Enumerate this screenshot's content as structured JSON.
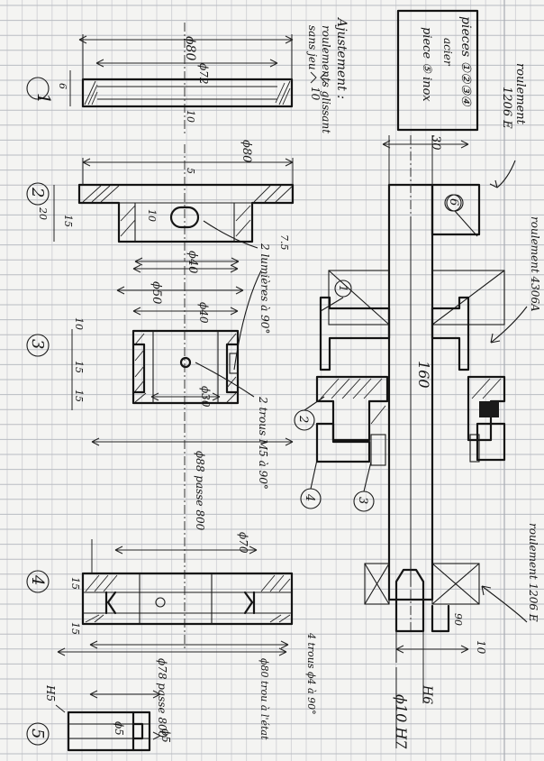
{
  "parts": {
    "p1": "1",
    "p2": "2",
    "p3": "3",
    "p4": "4",
    "p5": "5",
    "p6": "6"
  },
  "note_box": {
    "line1": "pieces ①②③④",
    "line2": "acier",
    "line3": "piece ⑤ inox"
  },
  "ajustement": {
    "title": "Ajustement :",
    "line1": "roulements glissant",
    "line2": "sans jeu"
  },
  "bearings": {
    "top": [
      "roulement",
      "1206 E"
    ],
    "middle": "roulement 4306A",
    "bottom": "roulement 1206 E"
  },
  "dims_part1": {
    "d80": "ϕ80",
    "d72": "ϕ72",
    "w6": "6",
    "w10": "10"
  },
  "dims_part2": {
    "d80": "ϕ80",
    "v10a": "10",
    "v5": "5",
    "v10b": "10",
    "v7_5": "7.5",
    "w20": "20",
    "w15": "15"
  },
  "dims_part3": {
    "d40a": "ϕ40",
    "d50": "ϕ50",
    "d40b": "ϕ40",
    "d30": "ϕ30",
    "w10": "10",
    "w15a": "15",
    "w15b": "15"
  },
  "part2_note": "2 lumières à 90°",
  "part3_note": "2 trous M5 à 90°",
  "dims_part4": {
    "d88": "ϕ88 passe 800",
    "d70": "ϕ70",
    "d78": "ϕ78 passe 800",
    "d80": "ϕ80 trou à l'état",
    "w15a": "15",
    "w15b": "15"
  },
  "part4_note": "4 trous ϕ4 à 90°",
  "dims_part5": {
    "h5": "H5",
    "d5a": "ϕ5",
    "d5b": "ϕ5"
  },
  "dims_assembly": {
    "l30": "30",
    "l160": "160",
    "w90": "90",
    "w10": "10",
    "h6": "H6",
    "d10h7": "ϕ10 H7"
  }
}
